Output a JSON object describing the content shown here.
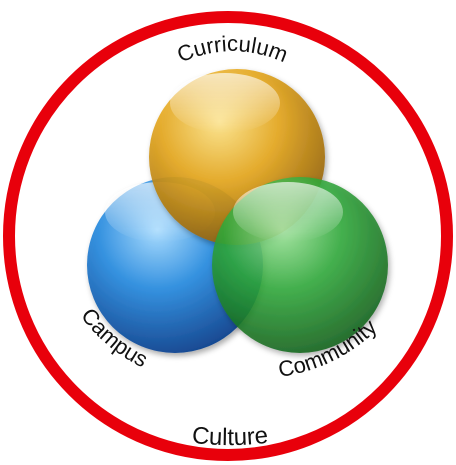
{
  "labels": {
    "curriculum": "Curriculum",
    "campus": "Campus",
    "community": "Community",
    "culture": "Culture"
  },
  "colors": {
    "ring": "#e8000b",
    "curriculum": "#e3a21f",
    "campus": "#2f8fe0",
    "community": "#2faa3a"
  }
}
